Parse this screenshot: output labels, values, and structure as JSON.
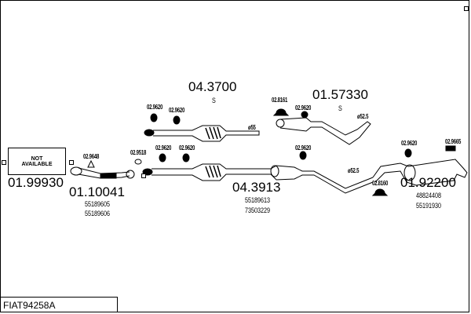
{
  "title": "FIAT94258A",
  "not_available": [
    "NOT",
    "AVAILABLE"
  ],
  "parts": {
    "p1": {
      "code": "01.99930"
    },
    "p2": {
      "code": "01.10041",
      "refs": [
        "55189605",
        "55189606"
      ]
    },
    "p3": {
      "code": "04.3700",
      "suffix": "S"
    },
    "p4": {
      "code": "04.3913",
      "refs": [
        "55189613",
        "73503229"
      ]
    },
    "p5": {
      "code": "01.57330",
      "suffix": "S"
    },
    "p6": {
      "code": "01.92200",
      "refs": [
        "48824408",
        "55191930"
      ]
    }
  },
  "fittings": [
    "02.9620",
    "02.9620",
    "02.9648",
    "02.9518",
    "02.9620",
    "02.9620",
    "02.8161",
    "02.9620",
    "02.9620",
    "02.8160",
    "02.9620",
    "02.9665"
  ],
  "diameters": [
    "ø55",
    "ø52.5",
    "ø52.5"
  ]
}
